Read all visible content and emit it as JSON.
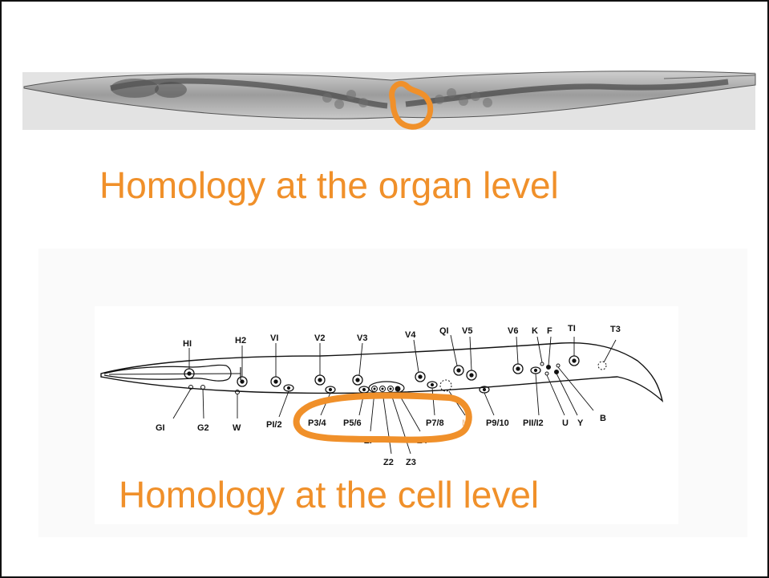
{
  "slide": {
    "title_organ": "Homology at the organ level",
    "title_cell": "Homology at the cell level"
  },
  "photo": {
    "description": "worm micrograph",
    "highlight": "vulva"
  },
  "diagram": {
    "top_labels": {
      "H1": "HI",
      "H2": "H2",
      "V1": "VI",
      "V2": "V2",
      "V3": "V3",
      "V4": "V4",
      "Q1": "QI",
      "V5": "V5",
      "V6": "V6",
      "K": "K",
      "F": "F",
      "T1": "TI",
      "T3": "T3"
    },
    "bottom_labels": {
      "G1": "GI",
      "G2": "G2",
      "W": "W",
      "P1_2": "PI/2",
      "P3_4": "P3/4",
      "P5_6": "P5/6",
      "P7_8": "P7/8",
      "M": "M",
      "P9_10": "P9/10",
      "P11_12": "PII/I2",
      "U": "U",
      "Y": "Y",
      "B": "B"
    },
    "gonad_labels": {
      "Z1": "ZI",
      "Z2": "Z2",
      "Z3": "Z3",
      "Z4": "Z4"
    }
  },
  "colors": {
    "highlight": "#f0902a",
    "title": "#f0902a",
    "m_label": "#f2c9a0"
  }
}
